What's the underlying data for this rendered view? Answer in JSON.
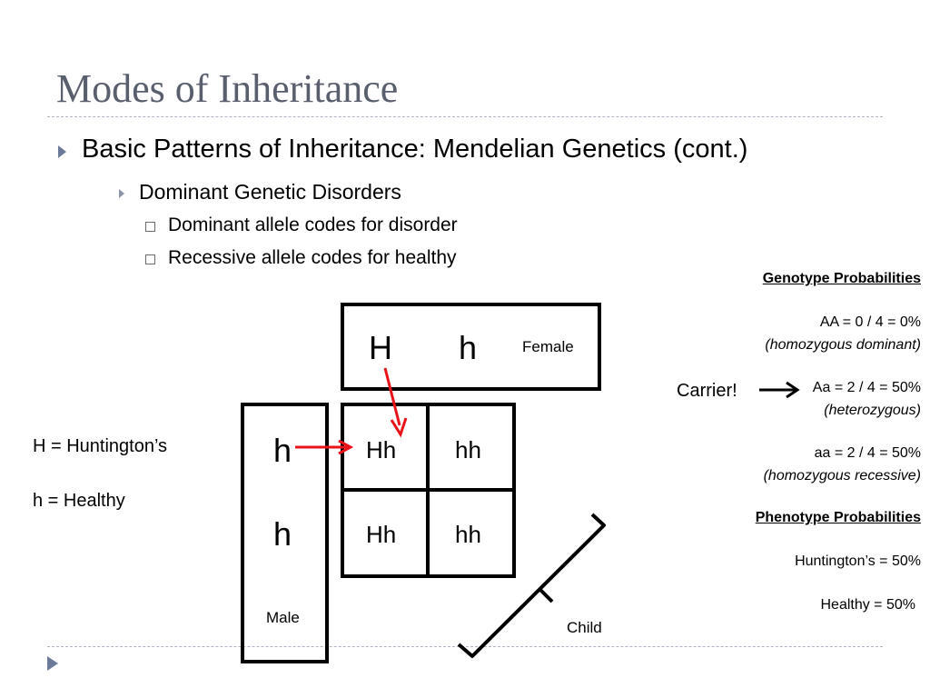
{
  "slide": {
    "title": "Modes of Inheritance",
    "bullet_l1": "Basic Patterns of Inheritance: Mendelian Genetics (cont.)",
    "bullet_l2": "Dominant Genetic Disorders",
    "bullet_l3": [
      "Dominant allele codes for disorder",
      "Recessive allele codes for healthy"
    ]
  },
  "legend": {
    "dominant": "H = Huntington’s",
    "recessive": "h = Healthy"
  },
  "punnett": {
    "female_alleles": [
      "H",
      "h"
    ],
    "female_label": "Female",
    "male_alleles": [
      "h",
      "h"
    ],
    "male_label": "Male",
    "cells": [
      [
        "Hh",
        "hh"
      ],
      [
        "Hh",
        "hh"
      ]
    ],
    "child_label": "Child"
  },
  "annotation": {
    "carrier": "Carrier!"
  },
  "probabilities": {
    "genotype_heading": "Genotype Probabilities",
    "genotypes": [
      {
        "line": "AA = 0 / 4 = 0%",
        "note": "(homozygous dominant)"
      },
      {
        "line": "Aa = 2 / 4 = 50%",
        "note": "(heterozygous)"
      },
      {
        "line": "aa = 2 / 4 = 50%",
        "note": "(homozygous recessive)"
      }
    ],
    "phenotype_heading": "Phenotype Probabilities",
    "phenotypes": [
      "Huntington’s = 50%",
      "Healthy = 50%"
    ]
  },
  "colors": {
    "title": "#5a5f6e",
    "arrow": "#e8141a",
    "bullet": "#6b7a99",
    "nav": "#6b7a99"
  },
  "icons": {
    "bullet_l1": "triangle-right-icon",
    "bullet_l2": "small-triangle-right-icon",
    "bullet_l3": "hollow-square-icon",
    "nav": "nav-forward-icon"
  }
}
